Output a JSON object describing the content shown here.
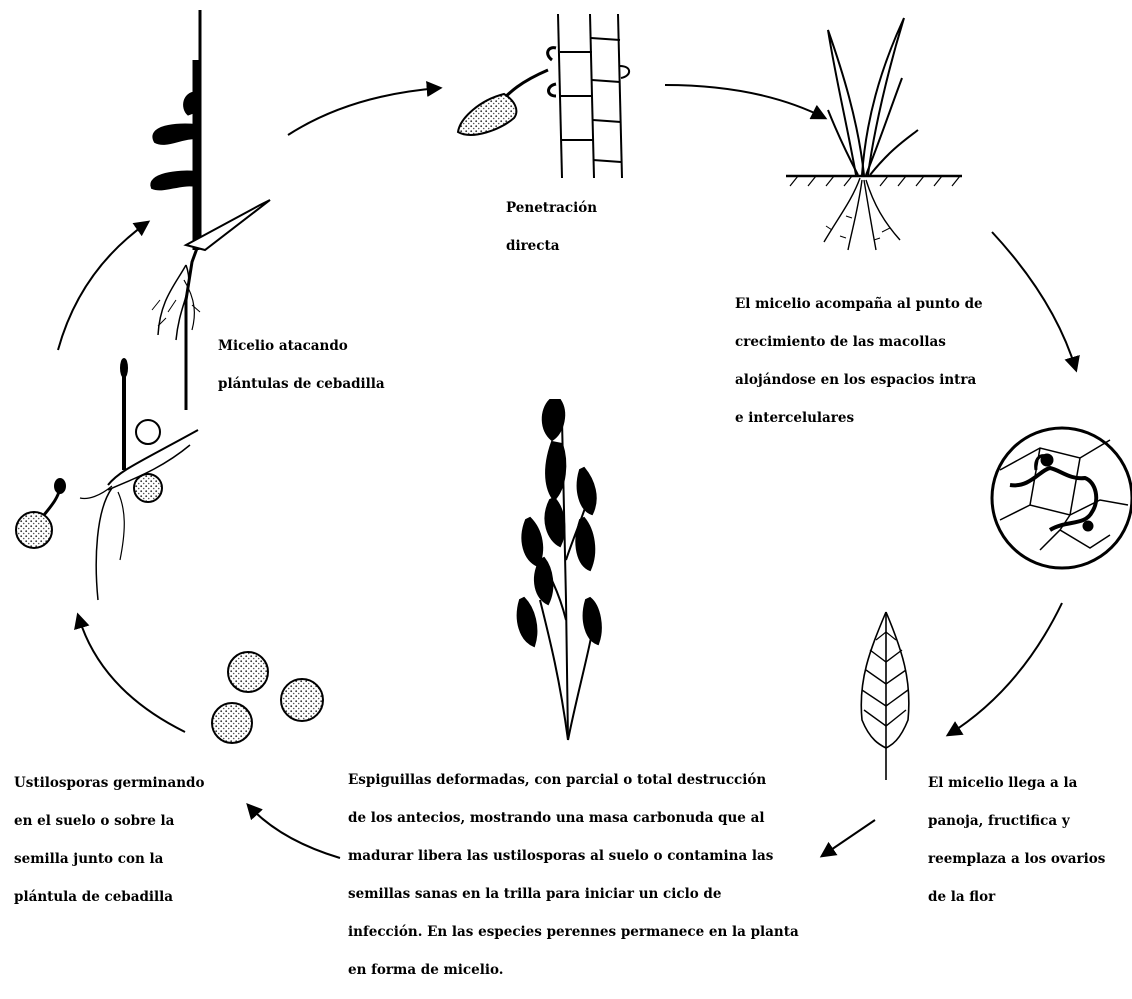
{
  "labels": {
    "penetracion": [
      "Penetración",
      "directa"
    ],
    "micelio_acompana": [
      "El micelio acompaña al punto de",
      "crecimiento de las macollas",
      "alojándose en los espacios intra",
      "e intercelulares"
    ],
    "micelio_atacando": [
      "Micelio atacando",
      "plántulas de cebadilla"
    ],
    "ustilosporas": [
      "Ustilosporas germinando",
      "en el suelo o sobre la",
      "semilla junto con la",
      "plántula de cebadilla"
    ],
    "espiguillas": [
      "Espiguillas deformadas, con parcial o total destrucción",
      "de los antecios, mostrando una masa carbonuda que al",
      "madurar libera las ustilosporas al suelo o contamina las",
      "semillas sanas en la trilla para iniciar un ciclo de",
      "infección. En las especies perennes permanece en la planta",
      "en forma de micelio."
    ],
    "panoja": [
      "El micelio llega a la",
      "panoja, fructifica y",
      "reemplaza a los ovarios",
      "de la flor"
    ]
  },
  "colors": {
    "ink": "#000000",
    "paper": "#ffffff",
    "stipple": "#555555"
  },
  "icons": [
    "cycle-arrow-icon",
    "germinating-spore-icon",
    "seedling-icon",
    "penetration-cell-icon",
    "tiller-plant-icon",
    "cell-micrograph-icon",
    "panicle-icon",
    "smutted-spikelet-icon",
    "ustilospore-icon"
  ]
}
